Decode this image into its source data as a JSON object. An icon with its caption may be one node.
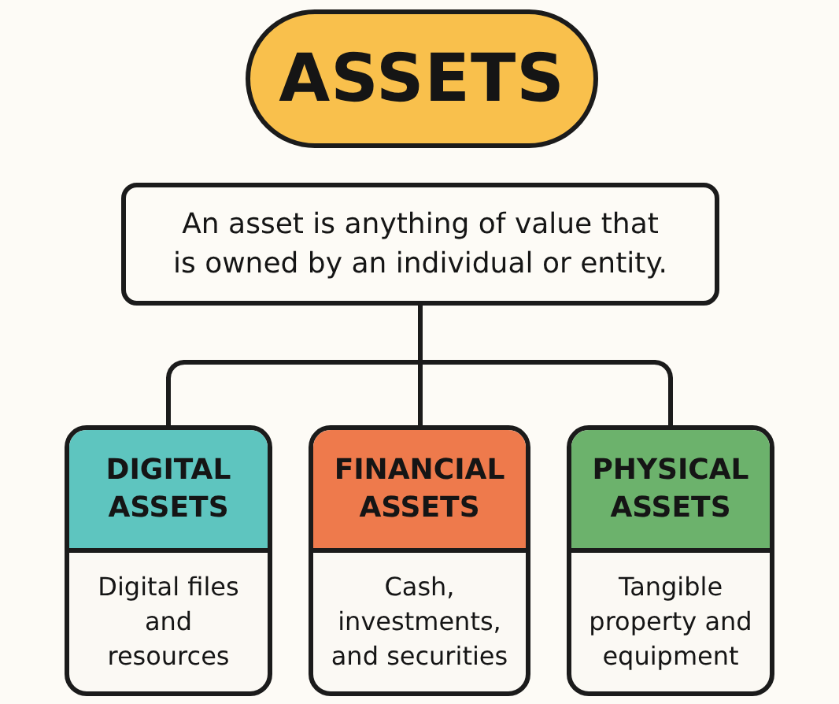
{
  "diagram": {
    "nodes": [
      {
        "text": [
          "ASSETS"
        ]
      },
      {
        "text": [
          "An asset is anything of value that is owned by an individual or entity."
        ]
      },
      {
        "text": [
          "DIGITAL ASSETS",
          "Digital files and resources"
        ]
      },
      {
        "text": [
          "FINANCIAL ASSETS",
          "Cash, investments, and securities"
        ]
      },
      {
        "text": [
          "PHYSICAL ASSETS",
          "Tangible property and equipment"
        ]
      }
    ],
    "edges": [
      {
        "from": 1,
        "to": 2,
        "arrow": "none"
      },
      {
        "from": 1,
        "to": 3,
        "arrow": "none"
      },
      {
        "from": 1,
        "to": 4,
        "arrow": "none"
      }
    ]
  }
}
